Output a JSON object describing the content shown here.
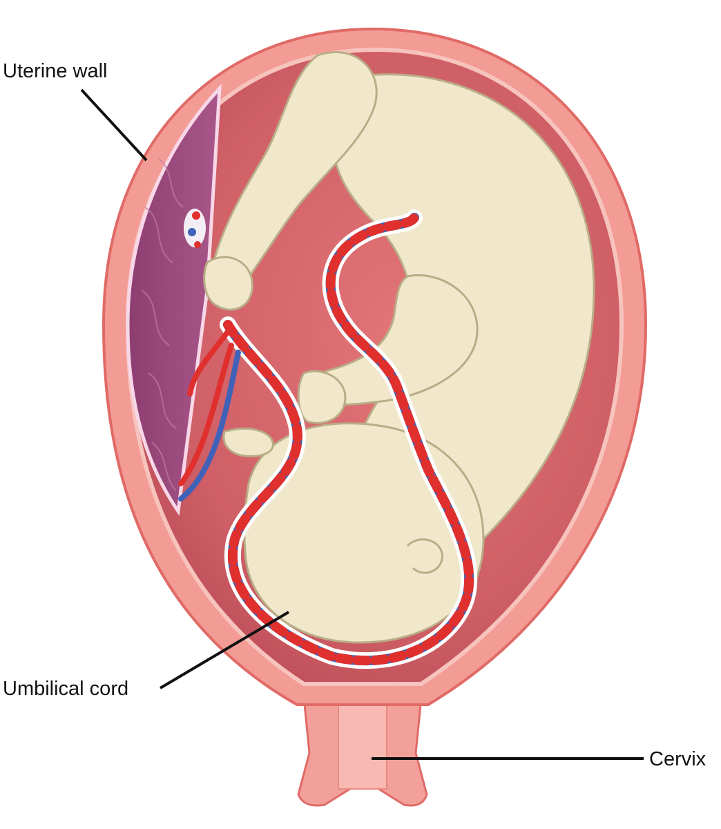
{
  "labels": {
    "uterine_wall": "Uterine wall",
    "umbilical_cord": "Umbilical cord",
    "cervix": "Cervix"
  },
  "colors": {
    "uterine_wall": "#f08f8a",
    "uterine_wall_outline": "#e05b5a",
    "amniotic_cavity": "#c8555e",
    "placenta": "#9b4a7a",
    "fetus_skin": "#f1e8cc",
    "fetus_outline": "#b9ad86",
    "artery_red": "#e0302e",
    "vein_blue": "#3f62b8",
    "leader_line": "#111111"
  }
}
